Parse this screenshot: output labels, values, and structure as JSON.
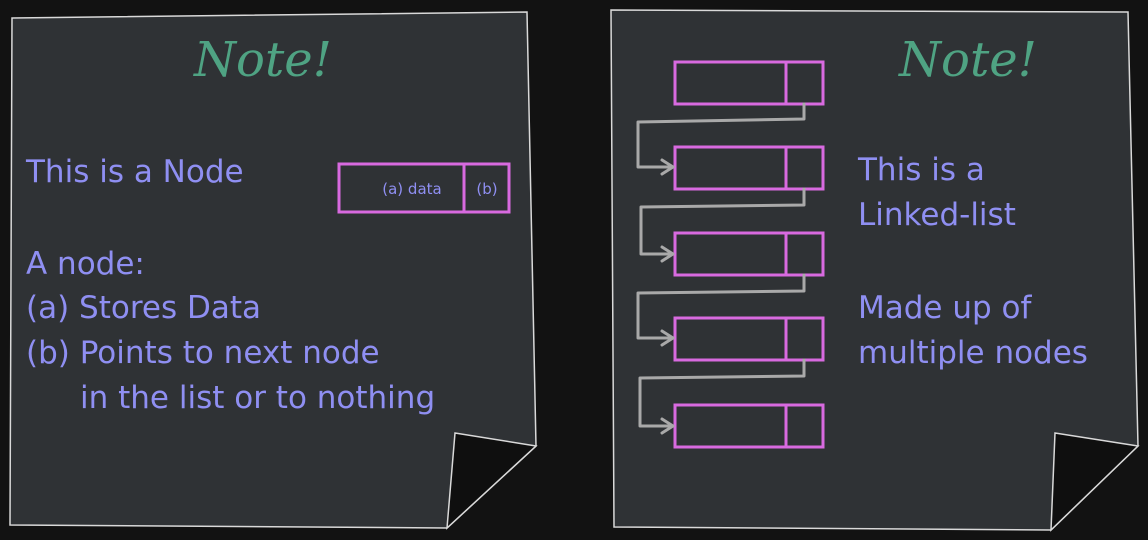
{
  "colors": {
    "background": "#121212",
    "note_paper": "#2f3235",
    "note_border": "#d9d9d9",
    "title": "#4fa383",
    "text": "#8f8ff2",
    "node_stroke": "#d86ae0",
    "arrow": "#a9a9a9",
    "corner_fold": "#0f0f0f"
  },
  "left_note": {
    "title": "Note!",
    "node_label": "This is a Node",
    "node_data_label": "(a) data",
    "node_pointer_label": "(b)",
    "desc_heading": "A node:",
    "desc_line_a": "(a) Stores Data",
    "desc_line_b1": "(b) Points to next node",
    "desc_line_b2": "in the list or to nothing"
  },
  "right_note": {
    "title": "Note!",
    "linked_label_1": "This is a",
    "linked_label_2": "Linked-list",
    "made_label_1": "Made up of",
    "made_label_2": "multiple nodes"
  }
}
